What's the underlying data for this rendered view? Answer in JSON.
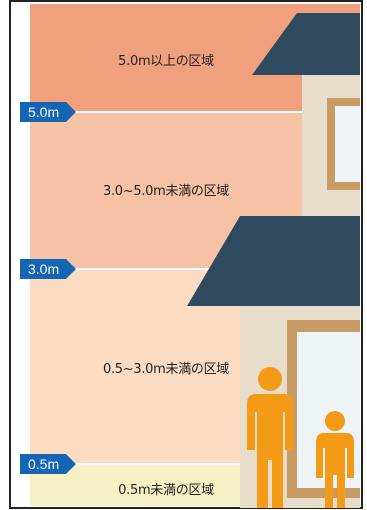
{
  "zones": [
    {
      "label": "5.0m以上の区域",
      "color": "#f0a07c"
    },
    {
      "label": "3.0~5.0m未満の区域",
      "color": "#f6c2a5"
    },
    {
      "label": "0.5~3.0m未満の区域",
      "color": "#fbdcc3"
    },
    {
      "label": "0.5m未満の区域",
      "color": "#f7f0c4"
    }
  ],
  "depth_markers": [
    {
      "label": "5.0m"
    },
    {
      "label": "3.0m"
    },
    {
      "label": "0.5m"
    }
  ],
  "colors": {
    "marker": "#1565b5",
    "roof": "#2f4a5e",
    "house_wall": "#e8dccb",
    "window_frame": "#c89a64",
    "window_glass": "#eef3f6",
    "person": "#f39a16"
  }
}
